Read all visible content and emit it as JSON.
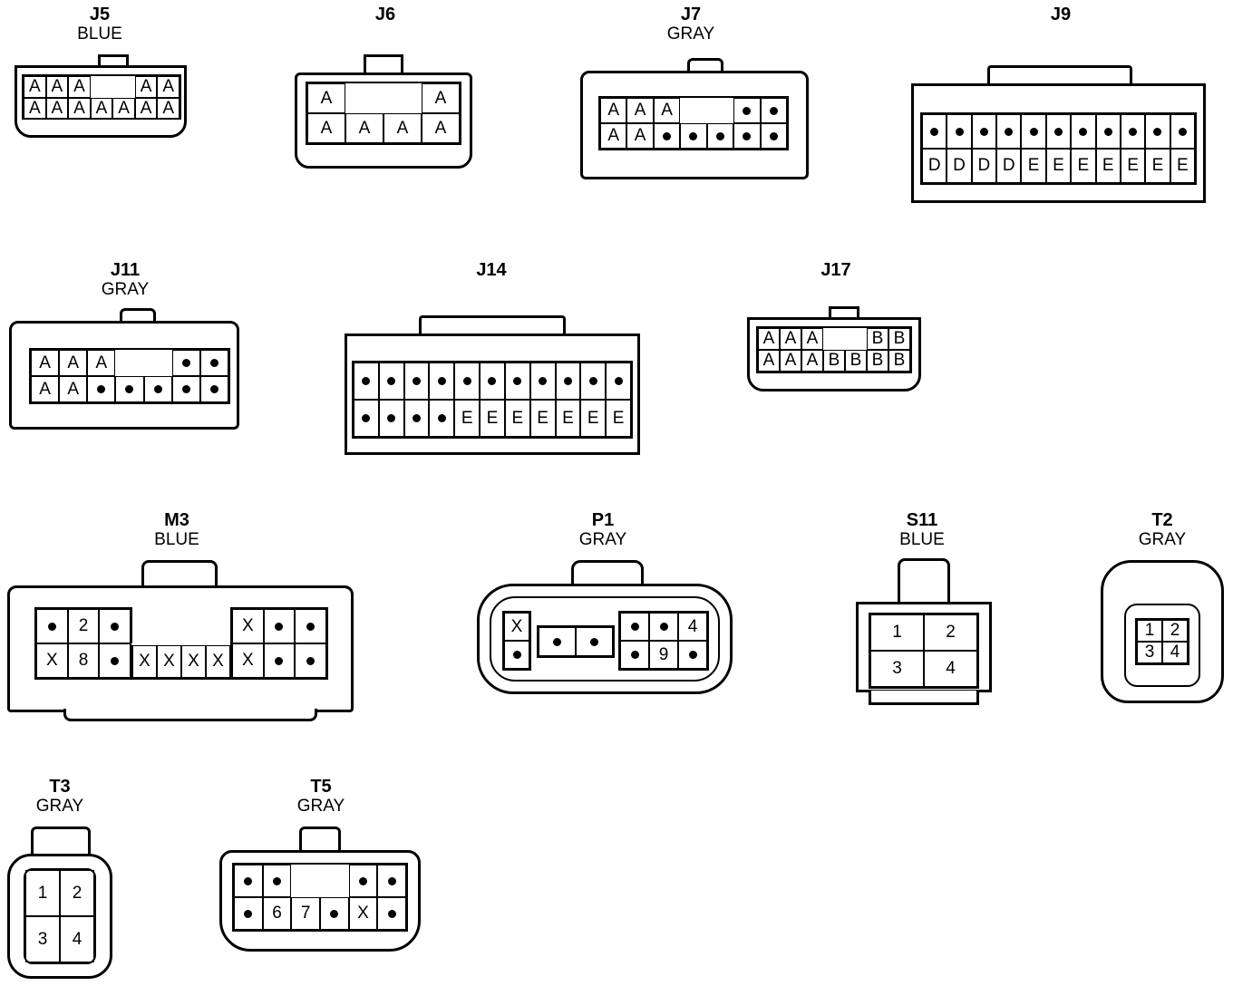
{
  "connectors": [
    {
      "id": "J5",
      "name": "J5",
      "color": "BLUE"
    },
    {
      "id": "J6",
      "name": "J6",
      "color": ""
    },
    {
      "id": "J7",
      "name": "J7",
      "color": "GRAY"
    },
    {
      "id": "J9",
      "name": "J9",
      "color": ""
    },
    {
      "id": "J11",
      "name": "J11",
      "color": "GRAY"
    },
    {
      "id": "J14",
      "name": "J14",
      "color": ""
    },
    {
      "id": "J17",
      "name": "J17",
      "color": ""
    },
    {
      "id": "M3",
      "name": "M3",
      "color": "BLUE"
    },
    {
      "id": "P1",
      "name": "P1",
      "color": "GRAY"
    },
    {
      "id": "S11",
      "name": "S11",
      "color": "BLUE"
    },
    {
      "id": "T2",
      "name": "T2",
      "color": "GRAY"
    },
    {
      "id": "T3",
      "name": "T3",
      "color": "GRAY"
    },
    {
      "id": "T5",
      "name": "T5",
      "color": "GRAY"
    }
  ],
  "terminals": {
    "J5": [
      [
        "A",
        "A",
        "A",
        "",
        "",
        "A",
        "A"
      ],
      [
        "A",
        "A",
        "A",
        "A",
        "A",
        "A",
        "A"
      ]
    ],
    "J7": [
      [
        "A",
        "A",
        "A",
        "",
        "",
        "•",
        "•"
      ],
      [
        "A",
        "A",
        "•",
        "•",
        "•",
        "•",
        "•"
      ]
    ],
    "J9": [
      [
        "•",
        "•",
        "•",
        "•",
        "•",
        "•",
        "•",
        "•",
        "•",
        "•",
        "•"
      ],
      [
        "D",
        "D",
        "D",
        "D",
        "E",
        "E",
        "E",
        "E",
        "E",
        "E",
        "E"
      ]
    ],
    "J11": [
      [
        "A",
        "A",
        "A",
        "",
        "",
        "•",
        "•"
      ],
      [
        "A",
        "A",
        "•",
        "•",
        "•",
        "•",
        "•"
      ]
    ],
    "J14": [
      [
        "•",
        "•",
        "•",
        "•",
        "•",
        "•",
        "•",
        "•",
        "•",
        "•",
        "•"
      ],
      [
        "•",
        "•",
        "•",
        "•",
        "E",
        "E",
        "E",
        "E",
        "E",
        "E",
        "E"
      ]
    ],
    "J17": [
      [
        "A",
        "A",
        "A",
        "",
        "",
        "B",
        "B"
      ],
      [
        "A",
        "A",
        "A",
        "B",
        "B",
        "B",
        "B"
      ]
    ],
    "J6": [
      [
        "A",
        "",
        "",
        "A"
      ],
      [
        "A",
        "A",
        "A",
        "A"
      ]
    ],
    "M3_left": [
      [
        "•",
        "2",
        "•"
      ],
      [
        "X",
        "8",
        "•"
      ]
    ],
    "M3_mid": [
      [
        "X",
        "X",
        "X",
        "X"
      ]
    ],
    "M3_right": [
      [
        "X",
        "•",
        "•"
      ],
      [
        "X",
        "•",
        "•"
      ]
    ],
    "P1_left": [
      [
        "X"
      ],
      [
        "•"
      ]
    ],
    "P1_mid": [
      [
        "•",
        "•"
      ]
    ],
    "P1_right": [
      [
        "•",
        "•",
        "4"
      ],
      [
        "•",
        "9",
        "•"
      ]
    ],
    "S11": [
      [
        "1",
        "2"
      ],
      [
        "3",
        "4"
      ]
    ],
    "T2": [
      [
        "1",
        "2"
      ],
      [
        "3",
        "4"
      ]
    ],
    "T3": [
      [
        "1",
        "2"
      ],
      [
        "3",
        "4"
      ]
    ],
    "T5": [
      [
        "•",
        "•",
        "",
        "",
        "•",
        "•"
      ],
      [
        "•",
        "6",
        "7",
        "•",
        "X",
        "•"
      ]
    ]
  }
}
